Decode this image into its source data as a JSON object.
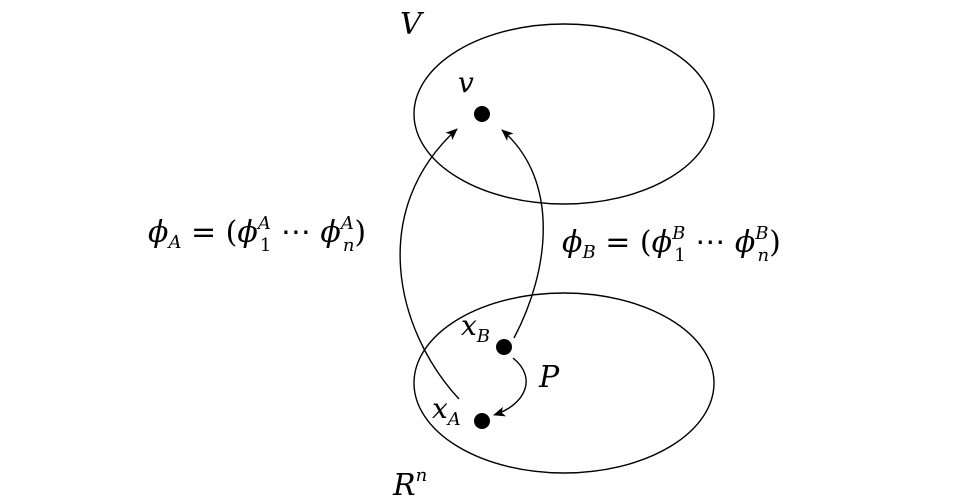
{
  "space_top": {
    "label": "V",
    "point_label": "v"
  },
  "space_bottom": {
    "label_base": "R",
    "label_exp": "n",
    "point_a": {
      "base": "x",
      "sub": "A"
    },
    "point_b": {
      "base": "x",
      "sub": "B"
    }
  },
  "map_a": {
    "phi": "ϕ",
    "sub": "A",
    "eq": " = (",
    "c1_sup": "A",
    "c1_sub": "1",
    "dots": " ⋯ ",
    "c2_sup": "A",
    "c2_sub": "n",
    "close": ")"
  },
  "map_b": {
    "phi": "ϕ",
    "sub": "B",
    "eq": " = (",
    "c1_sup": "B",
    "c1_sub": "1",
    "dots": " ⋯ ",
    "c2_sup": "B",
    "c2_sub": "n",
    "close": ")"
  },
  "transition": {
    "label": "P"
  }
}
